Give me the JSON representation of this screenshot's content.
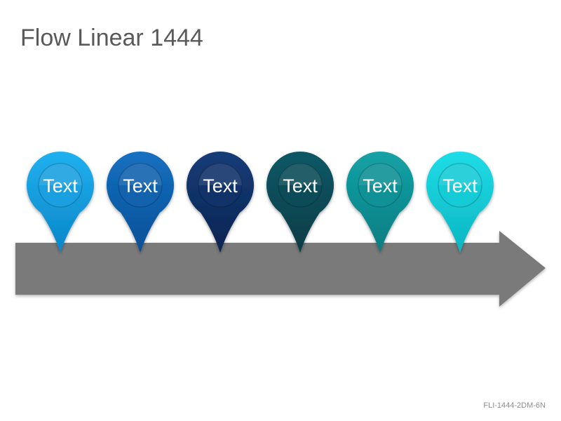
{
  "title": "Flow Linear 1444",
  "footer_code": "FLI-1444-2DM-6N",
  "arrow_color": "#7a7a7a",
  "pins": [
    {
      "label": "Text",
      "color_top": "#20b0ef",
      "color_bottom": "#0a86c8",
      "inner": "#1aa0e0"
    },
    {
      "label": "Text",
      "color_top": "#1470c0",
      "color_bottom": "#0a4f96",
      "inner": "#1262ae"
    },
    {
      "label": "Text",
      "color_top": "#163c78",
      "color_bottom": "#0a2450",
      "inner": "#12336a"
    },
    {
      "label": "Text",
      "color_top": "#0f5866",
      "color_bottom": "#073c46",
      "inner": "#0c4c59"
    },
    {
      "label": "Text",
      "color_top": "#14a2a6",
      "color_bottom": "#077d82",
      "inner": "#0f9196"
    },
    {
      "label": "Text",
      "color_top": "#1fdce6",
      "color_bottom": "#0ab6c2",
      "inner": "#14cbd6"
    }
  ]
}
